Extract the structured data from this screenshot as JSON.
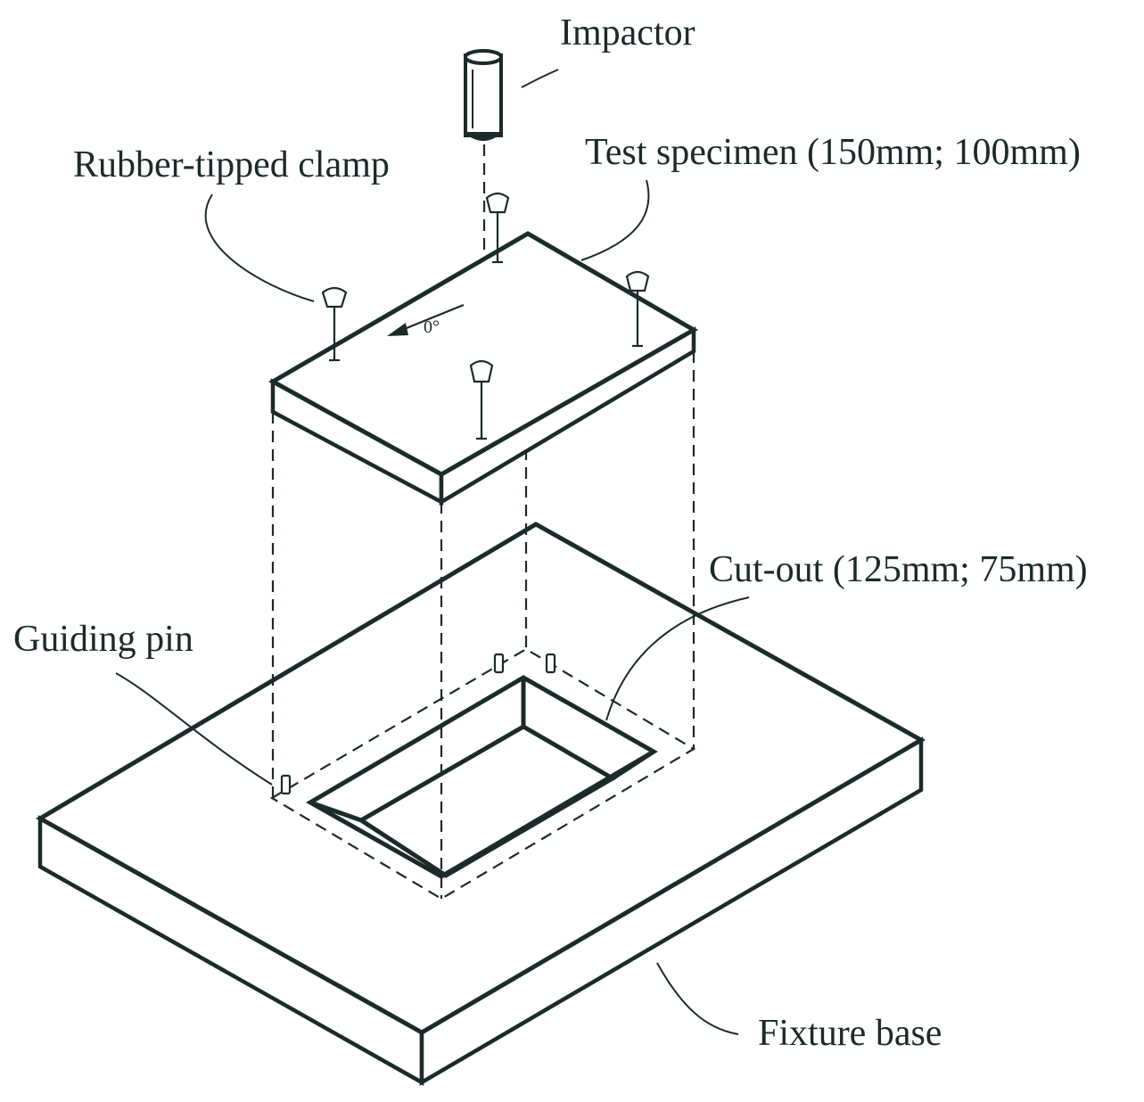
{
  "labels": {
    "impactor": "Impactor",
    "clamp": "Rubber-tipped clamp",
    "specimen": "Test specimen (150mm; 100mm)",
    "cutout": "Cut-out (125mm; 75mm)",
    "pin": "Guiding pin",
    "base": "Fixture base",
    "orientation": "0°"
  },
  "colors": {
    "line": "#1c2a2a",
    "background": "#ffffff"
  }
}
